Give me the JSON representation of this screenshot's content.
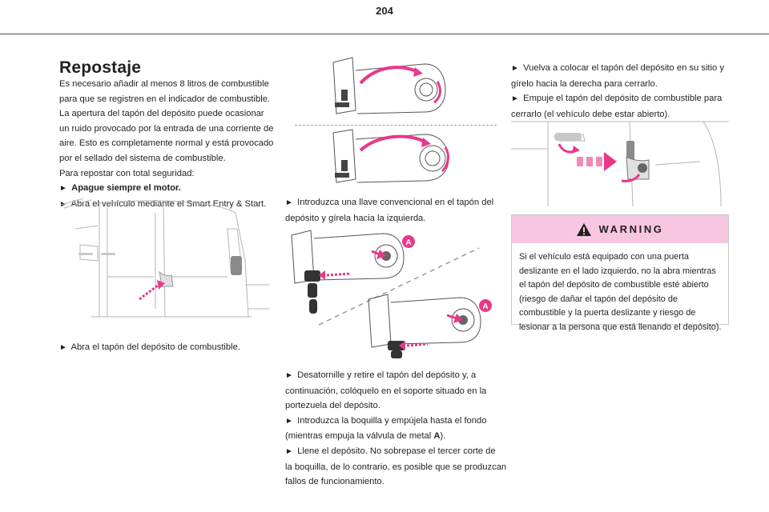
{
  "page": {
    "number": "204"
  },
  "section": {
    "title": "Repostaje"
  },
  "intro_lines": [
    "Es necesario añadir al menos 8 litros de combustible",
    "para que se registren en el indicador de combustible.",
    "La apertura del tapón del depósito puede ocasionar",
    "un ruido provocado por la entrada de una corriente de",
    "aire. Esto es completamente normal y está provocado",
    "por el sellado del sistema de combustible.",
    "Para repostar con total seguridad:"
  ],
  "bullet_glyph": "►",
  "steps_col1": {
    "step1": "Apague siempre el motor.",
    "step2": "Abra el vehículo mediante el Smart Entry & Start.",
    "step3": "Abra el tapón del depósito de combustible."
  },
  "steps_col2": {
    "step4_l1": "Introduzca una llave convencional en el tapón del",
    "step4_l2": "depósito y gírela hacia la izquierda.",
    "step5_l1": "Desatornille y retire el tapón del depósito y, a",
    "step5_l2": "continuación, colóquelo en el soporte situado en la",
    "step5_l3": "portezuela del depósito.",
    "step6_l1": "Introduzca la boquilla y empújela hasta el fondo",
    "step6_l2a": "(mientras empuja la válvula de metal ",
    "step6_bold": "A",
    "step6_l2b": ").",
    "step7_l1": "Llene el depósito. No sobrepase el tercer corte de",
    "step7_l2": "la boquilla, de lo contrario, es posible que se produzcan",
    "step7_l3": "fallos de funcionamiento."
  },
  "steps_col3": {
    "step8_l1": "Vuelva a colocar el tapón del depósito en su sitio y",
    "step8_l2": "gírelo hacia la derecha para cerrarlo.",
    "step9_l1": "Empuje el tapón del depósito de combustible para",
    "step9_l2": "cerrarlo (el vehículo debe estar abierto)."
  },
  "figure_labels": {
    "valve_label": "A"
  },
  "warning": {
    "title": "WARNING",
    "lines": [
      "Si el vehículo está equipado con una puerta",
      "deslizante en el lado izquierdo, no la abra mientras",
      "el tapón del depósito de combustible esté abierto",
      "(riesgo de dañar el tapón del depósito de",
      "combustible y la puerta deslizante y riesgo de",
      "lesionar a la persona que está llenando el depósito)."
    ]
  },
  "colors": {
    "accent_pink": "#e8388a",
    "warning_header": "#f7c6e0",
    "line_gray": "#9a9a9a"
  }
}
